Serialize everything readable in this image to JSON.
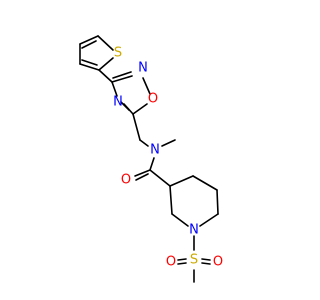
{
  "atoms": {
    "s_thiophene": {
      "label": "S",
      "color": "#ccaa00"
    },
    "n_oxadiazole_2": {
      "label": "N",
      "color": "#0000ff"
    },
    "o_oxadiazole": {
      "label": "O",
      "color": "#ff0000"
    },
    "n_oxadiazole_4": {
      "label": "N",
      "color": "#0000ff"
    },
    "n_amide": {
      "label": "N",
      "color": "#0000ff"
    },
    "o_carbonyl": {
      "label": "O",
      "color": "#ff0000"
    },
    "n_piperidine": {
      "label": "N",
      "color": "#0000ff"
    },
    "s_sulfonyl": {
      "label": "S",
      "color": "#ccaa00"
    },
    "o_sulfonyl_left": {
      "label": "O",
      "color": "#ff0000"
    },
    "o_sulfonyl_right": {
      "label": "O",
      "color": "#ff0000"
    }
  }
}
